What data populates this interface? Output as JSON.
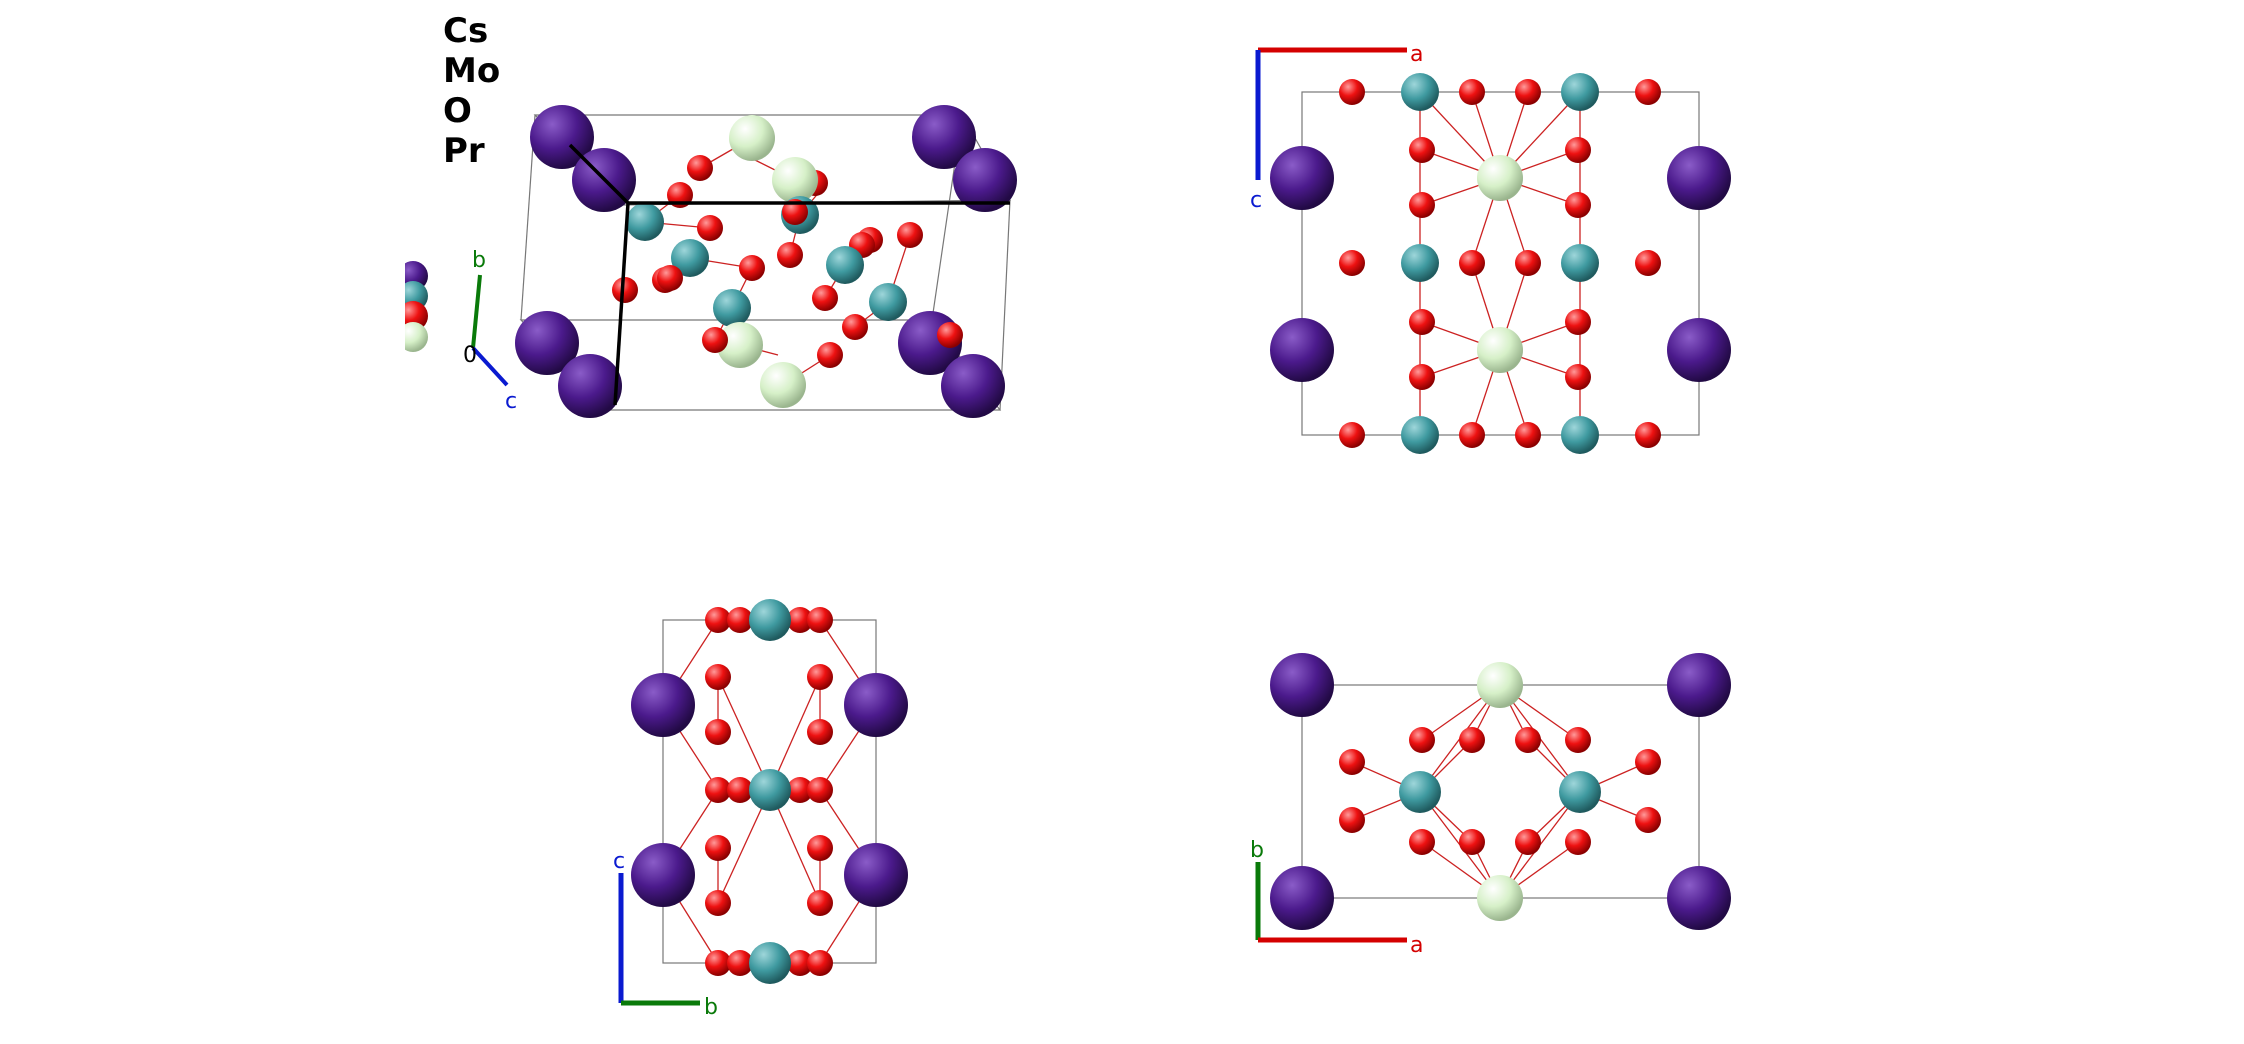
{
  "legend": {
    "elements": [
      {
        "symbol": "Cs",
        "color": "#4b1a8c"
      },
      {
        "symbol": "Mo",
        "color": "#3f9aa0"
      },
      {
        "symbol": "O",
        "color": "#ee1111"
      },
      {
        "symbol": "Pr",
        "color": "#d6f0c8"
      }
    ]
  },
  "views": {
    "perspective": {
      "axis_b": "b",
      "axis_c": "c",
      "origin": "0"
    },
    "view_ac": {
      "axis_a": "a",
      "axis_c": "c"
    },
    "view_bc": {
      "axis_c": "c",
      "axis_b": "b"
    },
    "view_ab": {
      "axis_b": "b",
      "axis_a": "a"
    }
  },
  "colors": {
    "axis_a": "#d40000",
    "axis_b": "#0a7a0a",
    "axis_c": "#0a1ad0",
    "bond": "#cc2222",
    "cell": "#777777"
  }
}
